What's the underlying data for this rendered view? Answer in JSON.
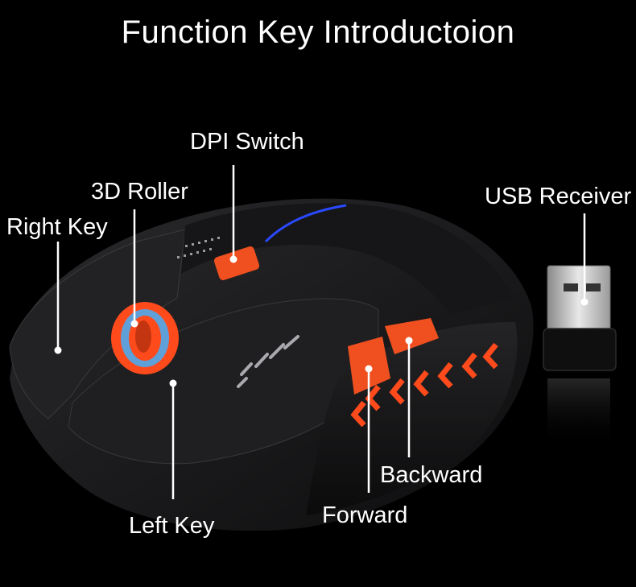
{
  "title": "Function Key Introductoion",
  "labels": {
    "dpi_switch": "DPI Switch",
    "roller": "3D Roller",
    "right_key": "Right Key",
    "usb_receiver": "USB Receiver",
    "left_key": "Left Key",
    "backward": "Backward",
    "forward": "Forward"
  },
  "colors": {
    "accent": "#e8401a",
    "background": "#000000",
    "mouse_body": "#1c1c1e"
  }
}
